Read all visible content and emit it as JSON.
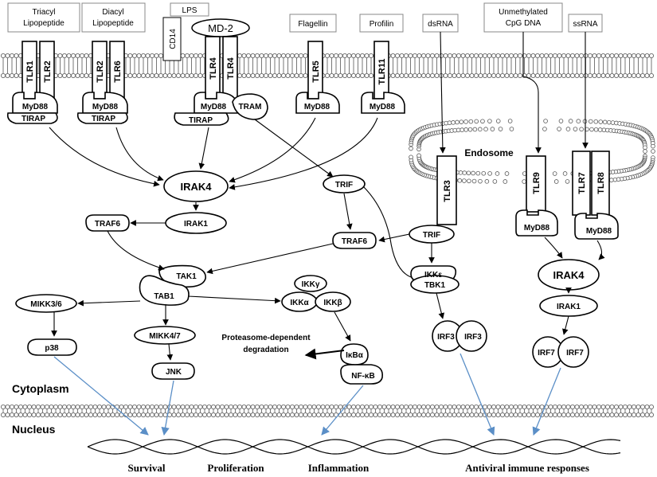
{
  "ligands": {
    "triacyl_1": "Triacyl",
    "triacyl_2": "Lipopeptide",
    "diacyl_1": "Diacyl",
    "diacyl_2": "Lipopeptide",
    "lps": "LPS",
    "flagellin": "Flagellin",
    "profilin": "Profilin",
    "dsrna": "dsRNA",
    "cpg_1": "Unmethylated",
    "cpg_2": "CpG DNA",
    "ssrna": "ssRNA"
  },
  "receptors": {
    "tlr1": "TLR1",
    "tlr2a": "TLR2",
    "tlr2b": "TLR2",
    "tlr6": "TLR6",
    "tlr4a": "TLR4",
    "tlr4b": "TLR4",
    "tlr5": "TLR5",
    "tlr11": "TLR11",
    "tlr3": "TLR3",
    "tlr9": "TLR9",
    "tlr7": "TLR7",
    "tlr8": "TLR8",
    "cd14": "CD14",
    "md2": "MD-2"
  },
  "adaptors": {
    "myd88": "MyD88",
    "tirap": "TIRAP",
    "tram": "TRAM",
    "trif": "TRIF"
  },
  "nodes": {
    "irak4": "IRAK4",
    "irak1": "IRAK1",
    "traf6": "TRAF6",
    "tak1": "TAK1",
    "tab1": "TAB1",
    "mikk36": "MIKK3/6",
    "p38": "p38",
    "mikk47": "MIKK4/7",
    "jnk": "JNK",
    "ikkg": "IKKγ",
    "ikka": "IKKα",
    "ikkb": "IKKβ",
    "proteasome_1": "Proteasome-dependent",
    "proteasome_2": "degradation",
    "ikba": "IκBα",
    "nfkb": "NF-κB",
    "ikke": "IKKε",
    "tbk1": "TBK1",
    "irf3": "IRF3",
    "irf7": "IRF7",
    "endosome": "Endosome"
  },
  "compartments": {
    "cytoplasm": "Cytoplasm",
    "nucleus": "Nucleus"
  },
  "outcomes": {
    "survival": "Survival",
    "proliferation": "Proliferation",
    "inflammation": "Inflammation",
    "antiviral": "Antiviral immune responses"
  },
  "colors": {
    "line": "#000000",
    "arrow_blue": "#5b8fc7",
    "membrane": "#555555"
  }
}
